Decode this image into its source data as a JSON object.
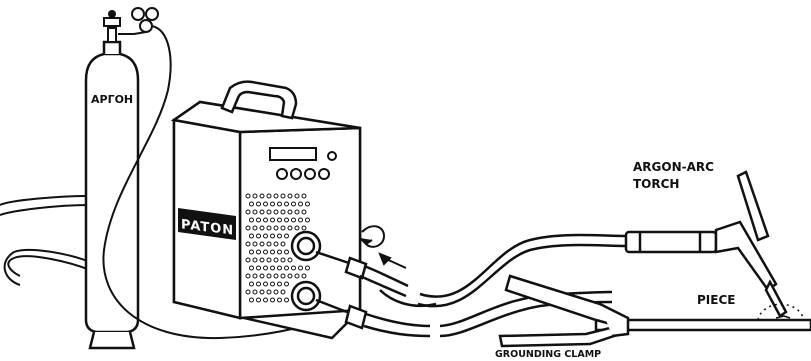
{
  "labels": {
    "cylinder": "АРГОН",
    "brand": "PATON",
    "torch_line1": "ARGON-ARC",
    "torch_line2": "TORCH",
    "piece": "PIECE",
    "clamp": "GROUNDING CLAMP"
  }
}
